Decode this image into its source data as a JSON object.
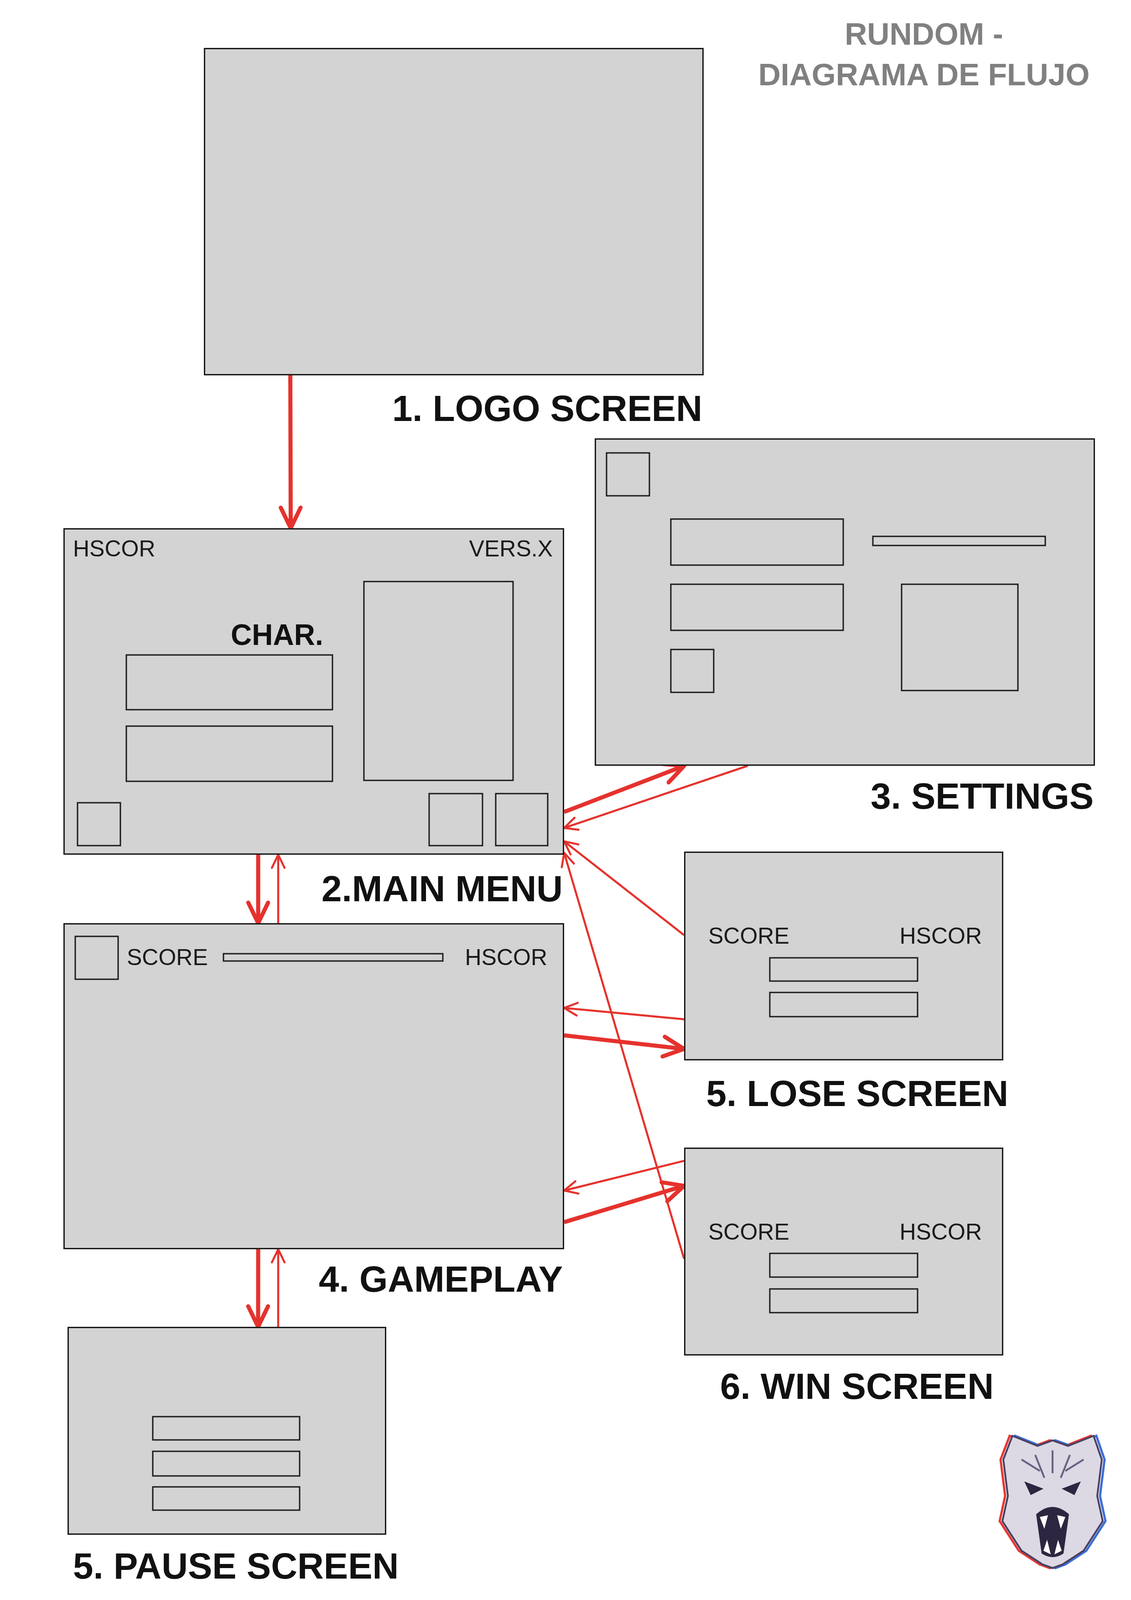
{
  "diagram": {
    "title": "RUNDOM - DIAGRAMA DE FLUJO",
    "nodes": [
      {
        "text": [
          "1. LOGO SCREEN"
        ]
      },
      {
        "text": [
          "HSCOR",
          "VERS.X",
          "CHAR.",
          "2.MAIN MENU"
        ]
      },
      {
        "text": [
          "3. SETTINGS"
        ]
      },
      {
        "text": [
          "SCORE",
          "HSCOR",
          "4. GAMEPLAY"
        ]
      },
      {
        "text": [
          "SCORE",
          "HSCOR",
          "5. LOSE SCREEN"
        ]
      },
      {
        "text": [
          "SCORE",
          "HSCOR",
          "6. WIN SCREEN"
        ]
      },
      {
        "text": [
          "5. PAUSE SCREEN"
        ]
      }
    ],
    "edges": [
      {
        "from": 0,
        "to": 1,
        "arrow": "to"
      },
      {
        "from": 1,
        "to": 2,
        "arrow": "to"
      },
      {
        "from": 2,
        "to": 1,
        "arrow": "to"
      },
      {
        "from": 1,
        "to": 3,
        "arrow": "to"
      },
      {
        "from": 3,
        "to": 1,
        "arrow": "to"
      },
      {
        "from": 3,
        "to": 4,
        "arrow": "to"
      },
      {
        "from": 4,
        "to": 3,
        "arrow": "to"
      },
      {
        "from": 4,
        "to": 1,
        "arrow": "to"
      },
      {
        "from": 3,
        "to": 5,
        "arrow": "to"
      },
      {
        "from": 5,
        "to": 3,
        "arrow": "to"
      },
      {
        "from": 5,
        "to": 1,
        "arrow": "to"
      },
      {
        "from": 3,
        "to": 6,
        "arrow": "to"
      },
      {
        "from": 6,
        "to": 3,
        "arrow": "to"
      }
    ]
  }
}
